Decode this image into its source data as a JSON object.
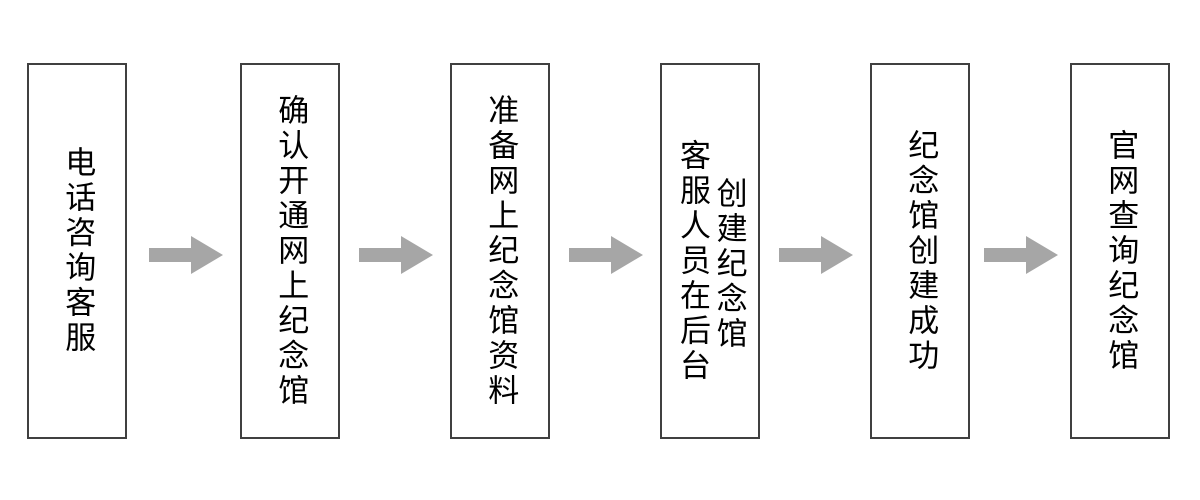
{
  "diagram": {
    "type": "horizontal-process-flow",
    "orientation": "left-to-right",
    "text_direction": "vertical-rl",
    "colors": {
      "background": "#ffffff",
      "node_border": "#404040",
      "node_fill": "#ffffff",
      "text": "#000000",
      "arrow": "#a6a6a6"
    },
    "nodes": [
      {
        "id": "node-1",
        "name": "phone-consult-customer-service",
        "columns": [
          "电话咨询客服"
        ],
        "text": "电话咨询客服"
      },
      {
        "id": "node-2",
        "name": "confirm-open-online-memorial",
        "columns": [
          "确认开通网上纪念馆"
        ],
        "text": "确认开通网上纪念馆"
      },
      {
        "id": "node-3",
        "name": "prepare-online-memorial-materials",
        "columns": [
          "准备网上纪念馆资料"
        ],
        "text": "准备网上纪念馆资料"
      },
      {
        "id": "node-4",
        "name": "staff-creates-memorial-in-backend",
        "columns": [
          "客服人员在后台",
          "创建纪念馆"
        ],
        "text": "客服人员在后台创建纪念馆"
      },
      {
        "id": "node-5",
        "name": "memorial-created-successfully",
        "columns": [
          "纪念馆创建成功"
        ],
        "text": "纪念馆创建成功"
      },
      {
        "id": "node-6",
        "name": "query-memorial-on-official-site",
        "columns": [
          "官网查询纪念馆"
        ],
        "text": "官网查询纪念馆"
      }
    ],
    "connectors": [
      {
        "id": "arrow-1",
        "from": "node-1",
        "to": "node-2",
        "glyph": "right-arrow"
      },
      {
        "id": "arrow-2",
        "from": "node-2",
        "to": "node-3",
        "glyph": "right-arrow"
      },
      {
        "id": "arrow-3",
        "from": "node-3",
        "to": "node-4",
        "glyph": "right-arrow"
      },
      {
        "id": "arrow-4",
        "from": "node-4",
        "to": "node-5",
        "glyph": "right-arrow"
      },
      {
        "id": "arrow-5",
        "from": "node-5",
        "to": "node-6",
        "glyph": "right-arrow"
      }
    ]
  }
}
